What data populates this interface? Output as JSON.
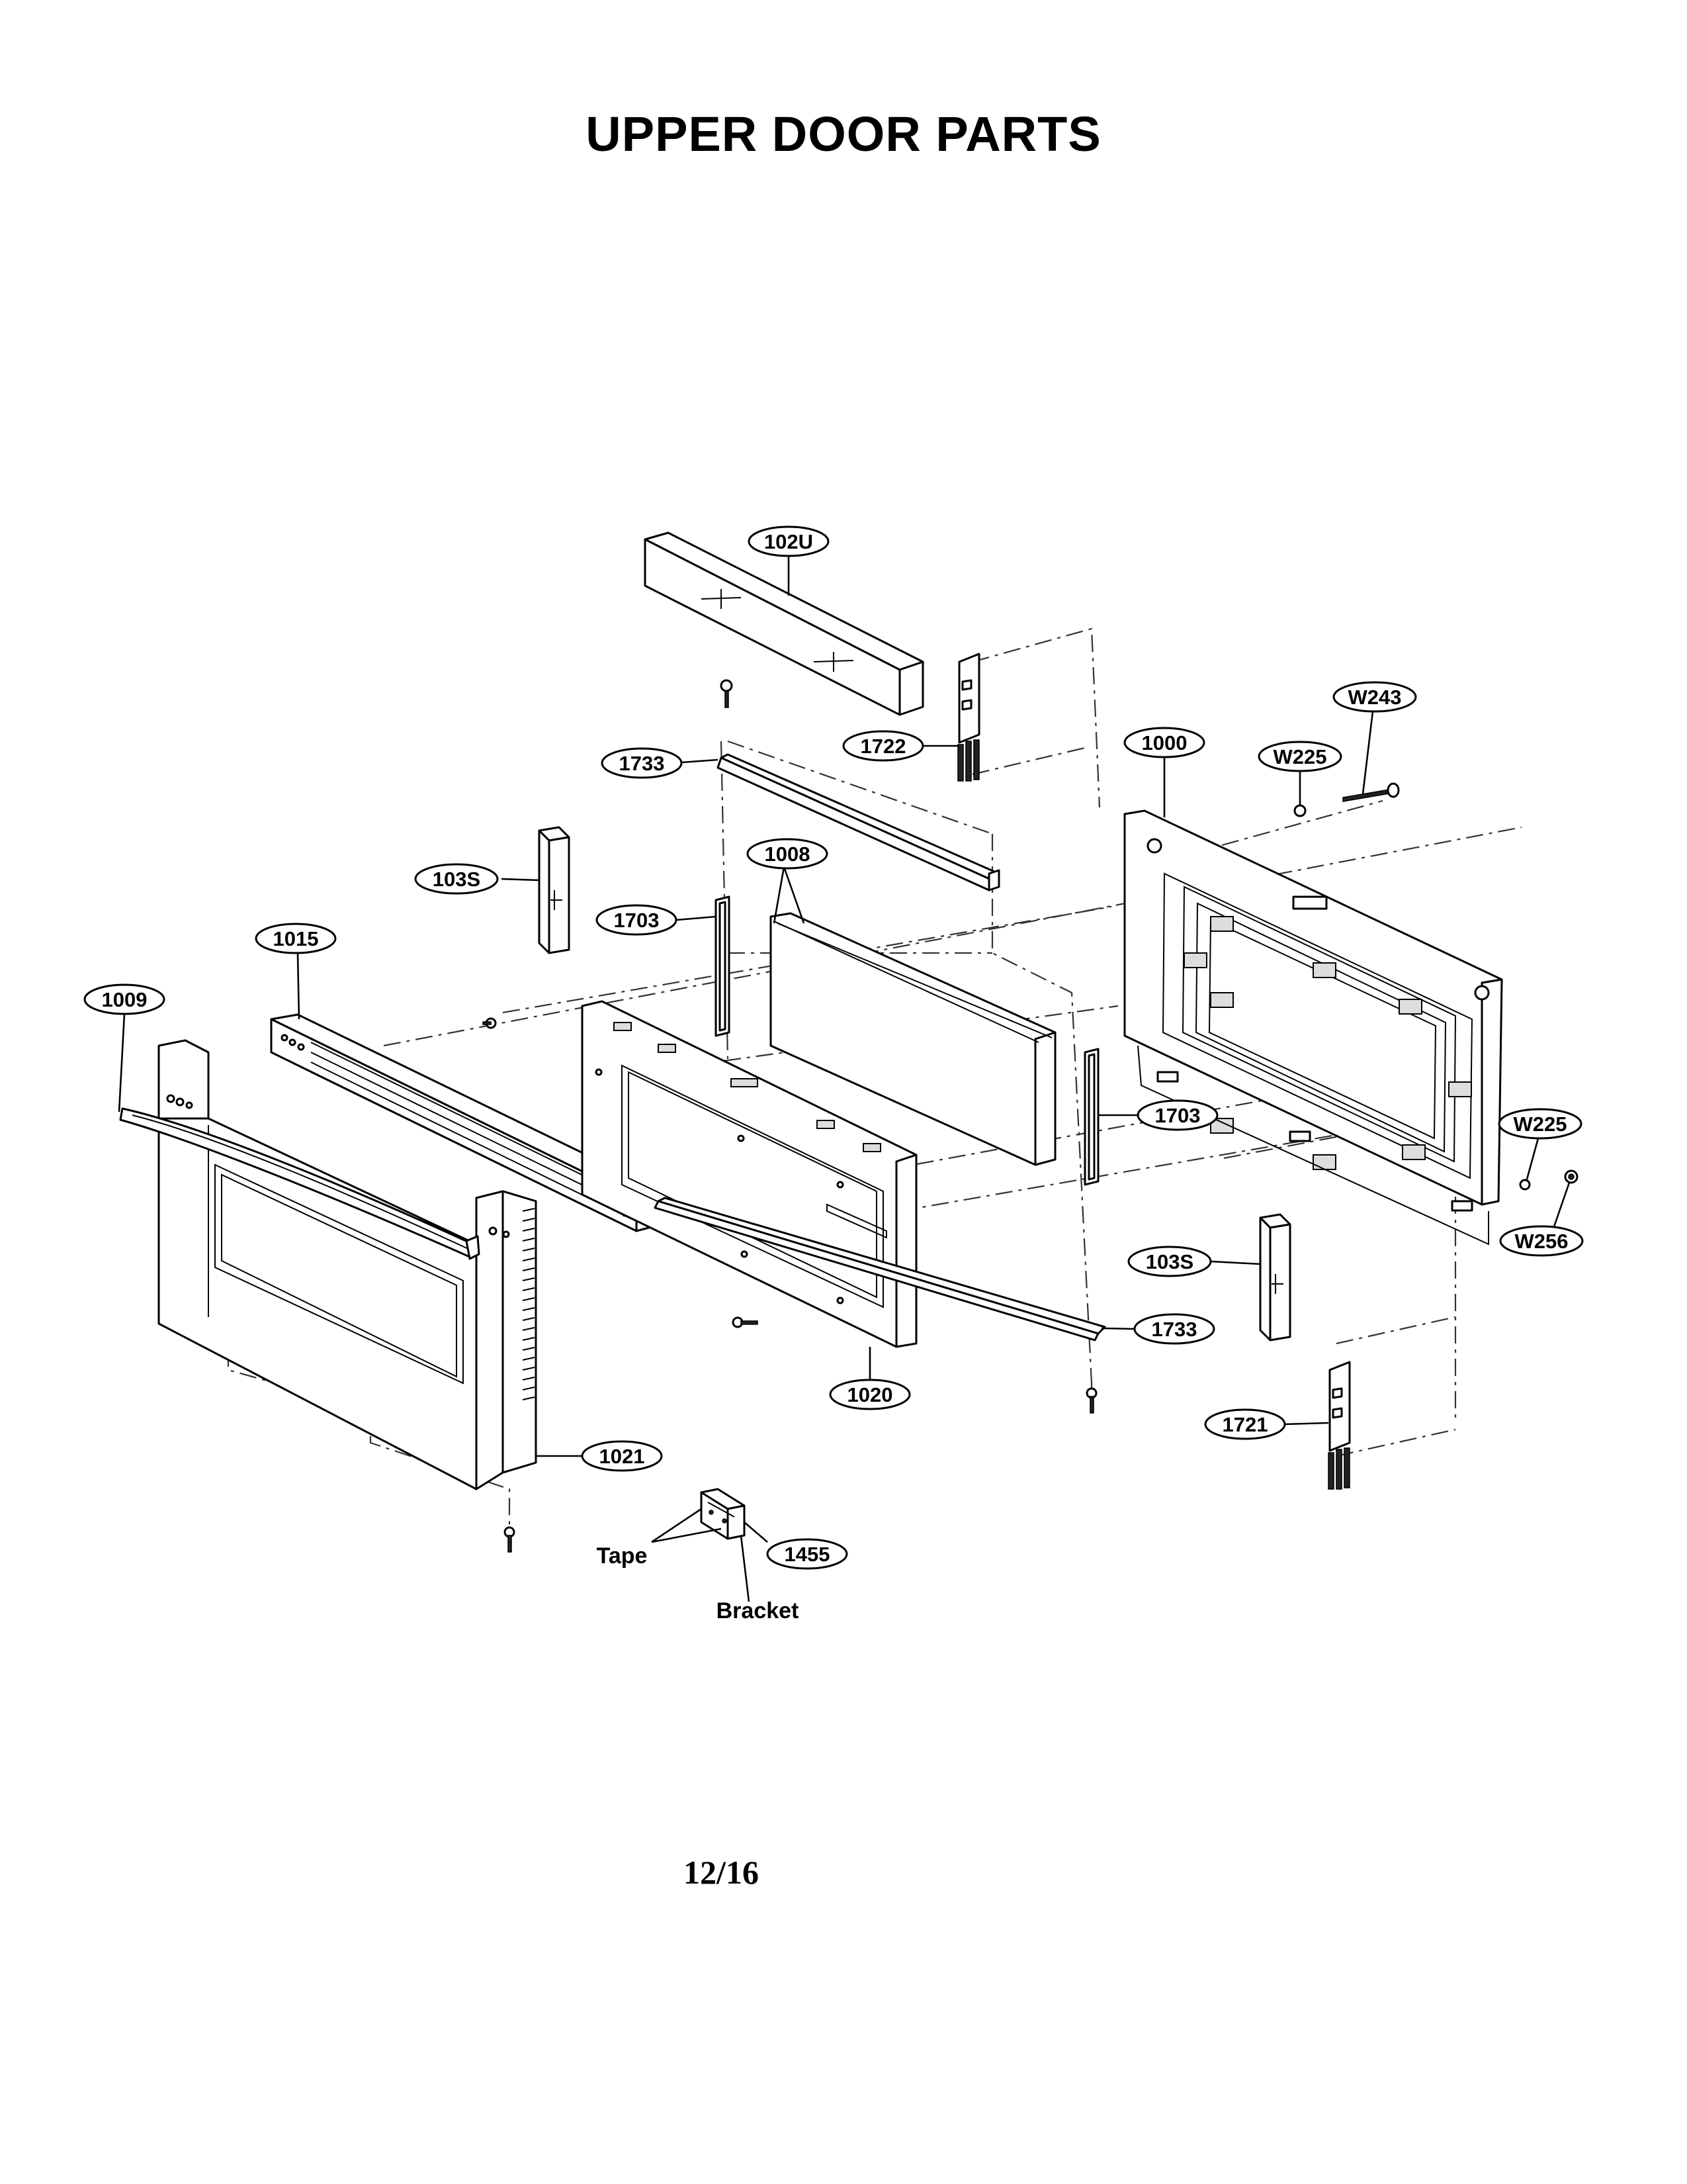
{
  "title": "UPPER DOOR PARTS",
  "page_number": "12/16",
  "callouts": {
    "c102U": "102U",
    "c1722": "1722",
    "c1733_top": "1733",
    "c1000": "1000",
    "cW225_top": "W225",
    "cW243": "W243",
    "c103S_left": "103S",
    "c1008": "1008",
    "c1703_left": "1703",
    "c1015": "1015",
    "c1009": "1009",
    "c1703_right": "1703",
    "cW225_right": "W225",
    "cW256": "W256",
    "c103S_right": "103S",
    "c1733_bottom": "1733",
    "c1020": "1020",
    "c1721": "1721",
    "c1021": "1021",
    "c1455": "1455"
  },
  "labels": {
    "tape": "Tape",
    "bracket": "Bracket"
  }
}
